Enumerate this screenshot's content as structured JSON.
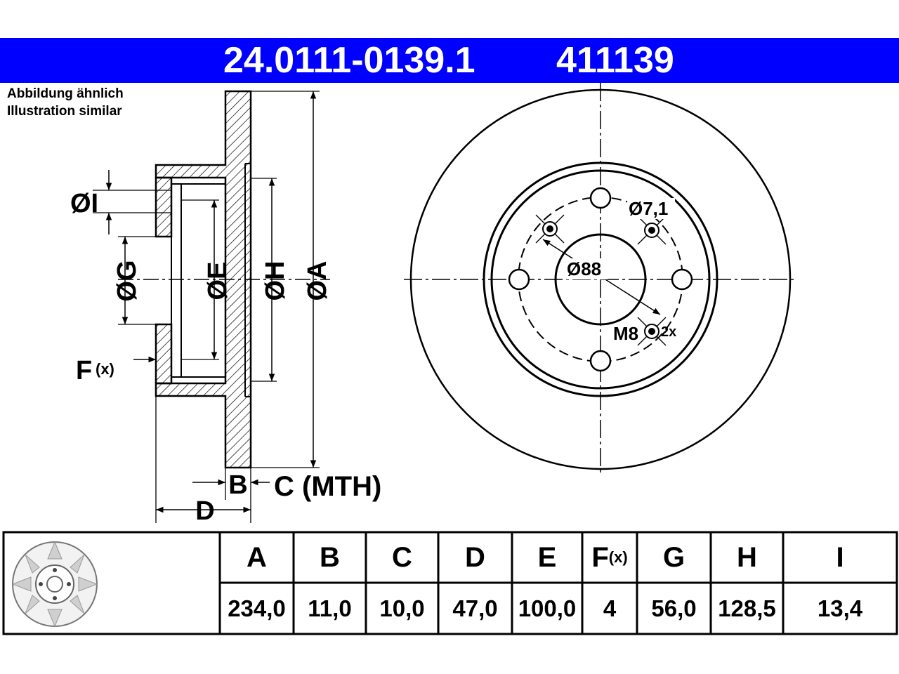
{
  "header": {
    "part_number": "24.0111-0139.1",
    "ref_number": "411139",
    "background": "#0000ff",
    "text_color": "#ffffff"
  },
  "notes": {
    "line1": "Abbildung ähnlich",
    "line2": "Illustration similar"
  },
  "side_view": {
    "labels": {
      "I": "ØI",
      "G": "ØG",
      "E": "ØE",
      "H": "ØH",
      "A": "ØA",
      "F": "F",
      "F_sub": "(x)",
      "B": "B",
      "C": "C (MTH)",
      "D": "D"
    }
  },
  "front_view": {
    "labels": {
      "hole": "Ø7,1",
      "bore": "Ø88",
      "thread": "M8",
      "thread_count": "2x"
    },
    "bolt_holes": 4
  },
  "table": {
    "headers": [
      "A",
      "B",
      "C",
      "D",
      "E",
      "F",
      "G",
      "H",
      "I"
    ],
    "header_sub": {
      "F": "(x)"
    },
    "values": [
      "234,0",
      "11,0",
      "10,0",
      "47,0",
      "100,0",
      "4",
      "56,0",
      "128,5",
      "13,4"
    ]
  }
}
